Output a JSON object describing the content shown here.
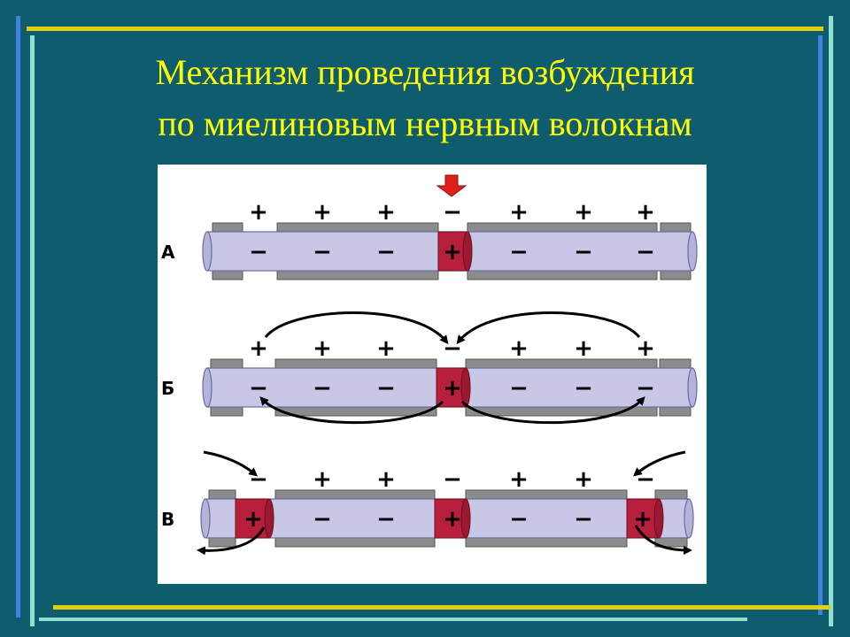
{
  "colors": {
    "background": "#0e5c6e",
    "title": "#ffff00",
    "frame_yellow": "#e0d010",
    "frame_cyan": "#90e0d0",
    "frame_blue": "#4080e0",
    "axon": "#c8c8e6",
    "myelin": "#8c8c8c",
    "node": "#b81f3c"
  },
  "slide": {
    "title_line1": "Механизм проведения возбуждения",
    "title_line2": "по миелиновым нервным волокнам"
  },
  "diagram": {
    "rows": [
      {
        "label": "А",
        "outside": [
          "+",
          "+",
          "+",
          "−",
          "+",
          "+",
          "+"
        ],
        "inside": [
          "−",
          "−",
          "−",
          "+",
          "−",
          "−",
          "−"
        ]
      },
      {
        "label": "Б",
        "outside": [
          "+",
          "+",
          "+",
          "−",
          "+",
          "+",
          "+"
        ],
        "inside": [
          "−",
          "−",
          "−",
          "+",
          "−",
          "−",
          "−"
        ]
      },
      {
        "label": "В",
        "outside": [
          "−",
          "+",
          "+",
          "−",
          "+",
          "+",
          "−"
        ],
        "inside": [
          "+",
          "−",
          "−",
          "+",
          "−",
          "−",
          "+"
        ]
      }
    ],
    "stimulus_icon": "down-arrow-icon"
  }
}
